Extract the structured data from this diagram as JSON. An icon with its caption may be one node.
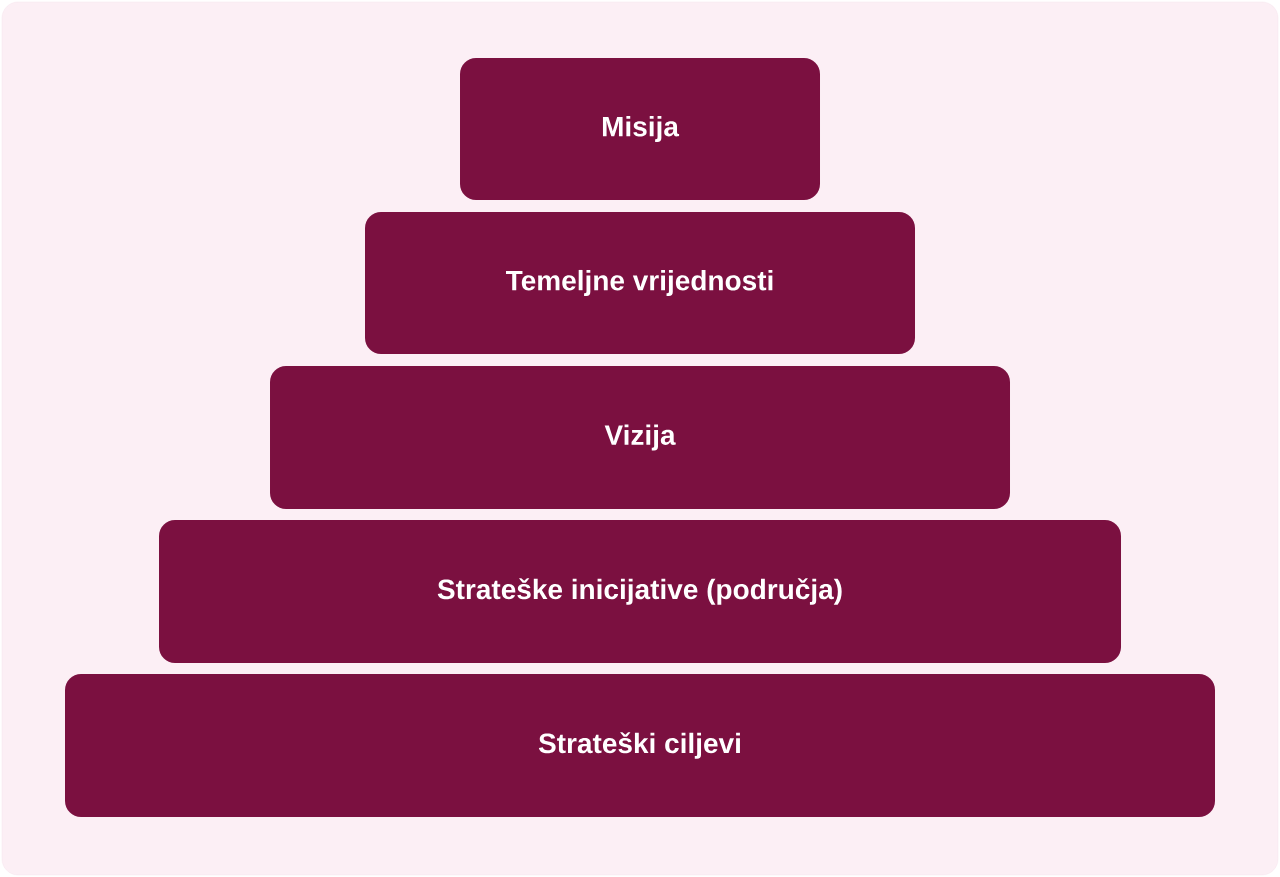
{
  "diagram": {
    "nodes": [
      {
        "text": [
          "Misija"
        ]
      },
      {
        "text": [
          "Temeljne vrijednosti"
        ]
      },
      {
        "text": [
          "Vizija"
        ]
      },
      {
        "text": [
          "Strateške inicijative (područja)"
        ]
      },
      {
        "text": [
          "Strateški ciljevi"
        ]
      }
    ]
  }
}
